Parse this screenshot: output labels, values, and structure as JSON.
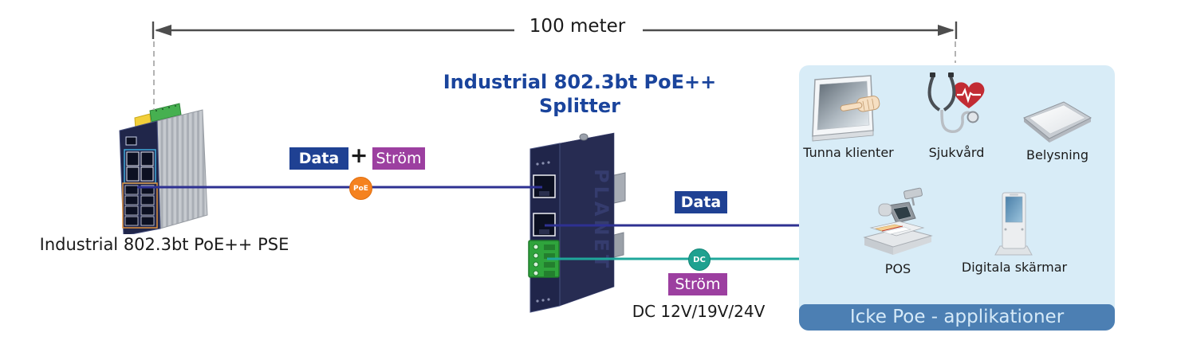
{
  "measurement": {
    "label": "100 meter"
  },
  "pse": {
    "caption": "Industrial 802.3bt PoE++ PSE"
  },
  "splitter": {
    "title_line1": "Industrial 802.3bt PoE++",
    "title_line2": "Splitter",
    "brand": "PLANET"
  },
  "input_link": {
    "data_badge": "Data",
    "plus_sign": "+",
    "power_badge": "Ström",
    "poe_marker": "PoE"
  },
  "data_link": {
    "badge": "Data"
  },
  "power_link": {
    "badge": "Ström",
    "dc_marker": "DC",
    "voltage": "DC 12V/19V/24V"
  },
  "applications": {
    "footer": "Icke Poe - applikationer",
    "items": [
      {
        "label": "Tunna klienter",
        "icon": "thin-client-icon"
      },
      {
        "label": "Sjukvård",
        "icon": "healthcare-icon"
      },
      {
        "label": "Belysning",
        "icon": "lighting-panel-icon"
      },
      {
        "label": "POS",
        "icon": "cash-register-icon"
      },
      {
        "label": "Digitala skärmar",
        "icon": "digital-signage-icon"
      }
    ]
  },
  "colors": {
    "data_badge_blue": "#1f4193",
    "power_badge_purple": "#9c3fa0",
    "ethernet_line_blue": "#2e3192",
    "dc_line_teal": "#1fa79b",
    "poe_marker_orange": "#f5821f",
    "title_blue": "#1a449c",
    "panel_background": "#d8ecf7",
    "panel_footer_blue": "#4c7fb3",
    "arrow_gray": "#4d4d4d"
  }
}
